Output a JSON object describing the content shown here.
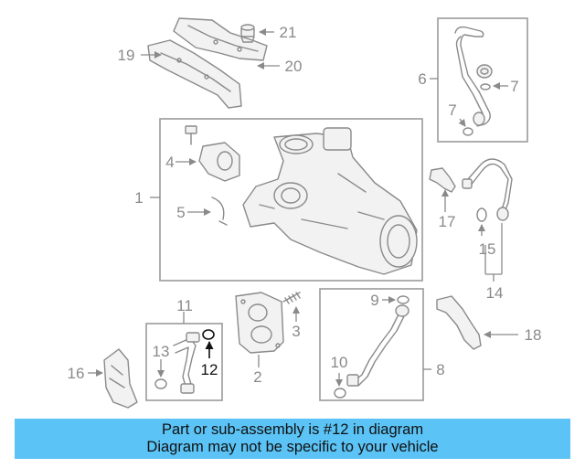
{
  "diagram": {
    "highlight_color": "#111111",
    "part_color": "#8a8a8a",
    "callouts": [
      {
        "id": "1",
        "label": "1"
      },
      {
        "id": "3",
        "label": "3"
      },
      {
        "id": "4",
        "label": "4"
      },
      {
        "id": "5",
        "label": "5"
      },
      {
        "id": "6",
        "label": "6"
      },
      {
        "id": "7a",
        "label": "7"
      },
      {
        "id": "7b",
        "label": "7"
      },
      {
        "id": "8",
        "label": "8"
      },
      {
        "id": "9",
        "label": "9"
      },
      {
        "id": "10",
        "label": "10"
      },
      {
        "id": "11",
        "label": "11"
      },
      {
        "id": "12",
        "label": "12"
      },
      {
        "id": "13",
        "label": "13"
      },
      {
        "id": "14",
        "label": "14"
      },
      {
        "id": "15",
        "label": "15"
      },
      {
        "id": "16",
        "label": "16"
      },
      {
        "id": "17",
        "label": "17"
      },
      {
        "id": "18",
        "label": "18"
      },
      {
        "id": "19",
        "label": "19"
      },
      {
        "id": "20",
        "label": "20"
      },
      {
        "id": "21",
        "label": "21"
      },
      {
        "id": "2",
        "label": "2"
      }
    ]
  },
  "caption": {
    "background": "#5bc3f5",
    "line1": "Part or sub-assembly is #12 in diagram",
    "line2": "Diagram may not be specific to your vehicle"
  }
}
